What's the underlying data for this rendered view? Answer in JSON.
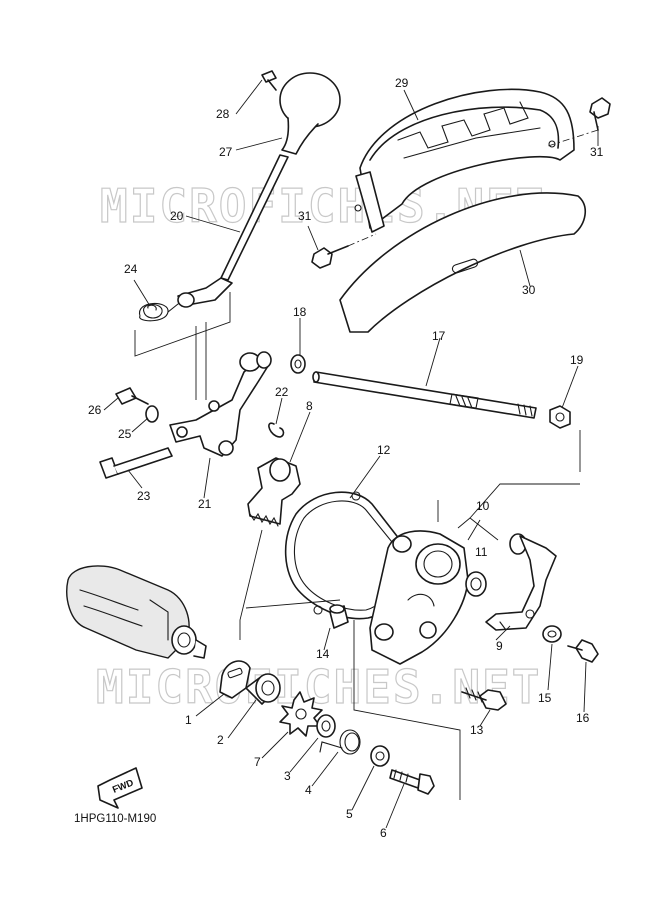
{
  "watermark": "MICROFICHES.NET",
  "diagram_code": "1HPG110-M190",
  "direction_label": "FWD",
  "part_numbers": {
    "p1": "1",
    "p2": "2",
    "p3": "3",
    "p4": "4",
    "p5": "5",
    "p6": "6",
    "p7": "7",
    "p8": "8",
    "p9": "9",
    "p10": "10",
    "p11": "11",
    "p12": "12",
    "p13": "13",
    "p14": "14",
    "p15": "15",
    "p16": "16",
    "p17": "17",
    "p18": "18",
    "p19": "19",
    "p20": "20",
    "p21": "21",
    "p22": "22",
    "p23": "23",
    "p24": "24",
    "p25": "25",
    "p26": "26",
    "p27": "27",
    "p28": "28",
    "p29": "29",
    "p30": "30",
    "p31a": "31",
    "p31b": "31"
  }
}
